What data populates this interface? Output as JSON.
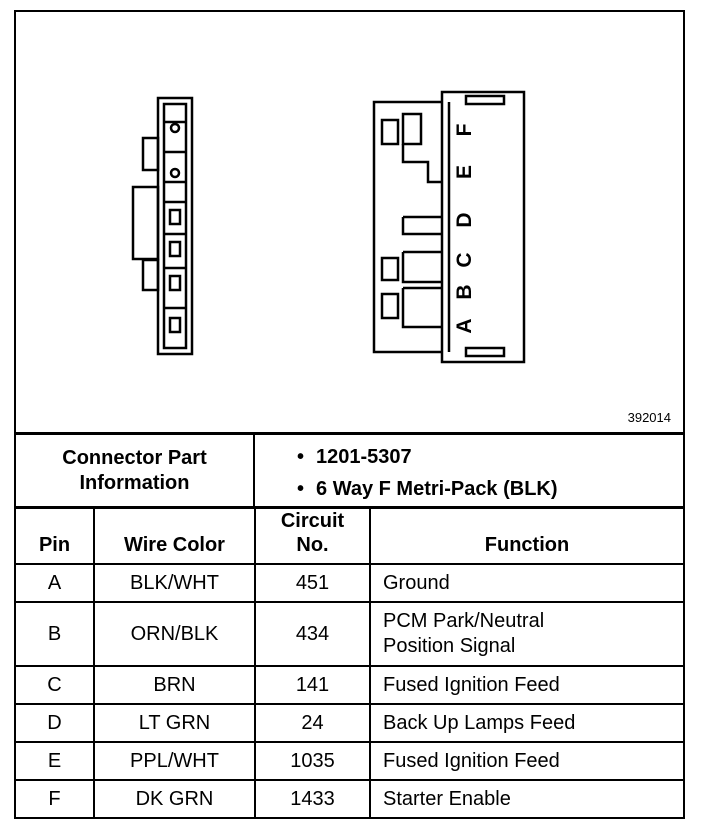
{
  "figure": {
    "id": "392014",
    "pin_letters": [
      "A",
      "B",
      "C",
      "D",
      "E",
      "F"
    ]
  },
  "info": {
    "label_line1": "Connector Part",
    "label_line2": "Information",
    "items": [
      "1201-5307",
      "6 Way F Metri-Pack (BLK)"
    ]
  },
  "table": {
    "headers": {
      "pin": "Pin",
      "wire_color": "Wire Color",
      "circuit_line1": "Circuit",
      "circuit_line2": "No.",
      "function": "Function"
    },
    "rows": [
      {
        "pin": "A",
        "wire": "BLK/WHT",
        "circuit": "451",
        "function_line1": "Ground",
        "function_line2": ""
      },
      {
        "pin": "B",
        "wire": "ORN/BLK",
        "circuit": "434",
        "function_line1": "PCM Park/Neutral",
        "function_line2": "Position Signal"
      },
      {
        "pin": "C",
        "wire": "BRN",
        "circuit": "141",
        "function_line1": "Fused Ignition Feed",
        "function_line2": ""
      },
      {
        "pin": "D",
        "wire": "LT GRN",
        "circuit": "24",
        "function_line1": "Back Up Lamps Feed",
        "function_line2": ""
      },
      {
        "pin": "E",
        "wire": "PPL/WHT",
        "circuit": "1035",
        "function_line1": "Fused Ignition Feed",
        "function_line2": ""
      },
      {
        "pin": "F",
        "wire": "DK GRN",
        "circuit": "1433",
        "function_line1": "Starter Enable",
        "function_line2": ""
      }
    ]
  }
}
